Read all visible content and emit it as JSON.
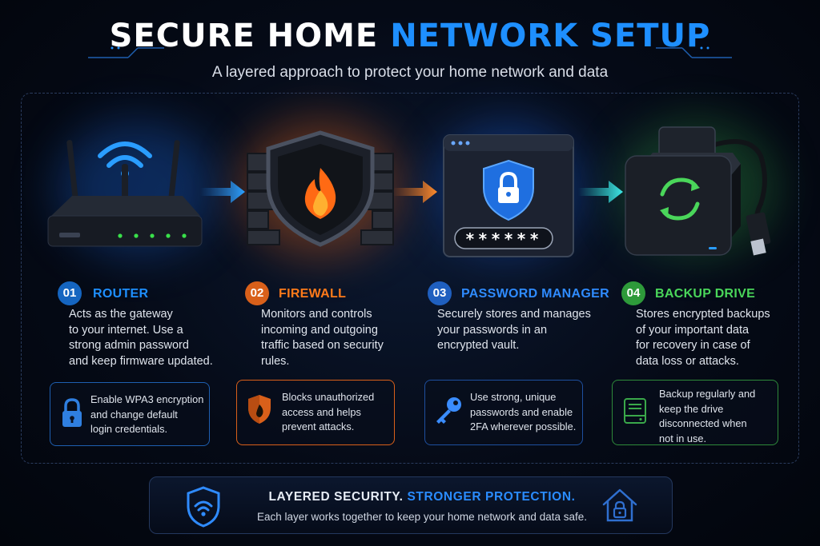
{
  "title": {
    "main": "SECURE HOME",
    "accent": "NETWORK SETUP"
  },
  "subtitle": "A layered approach to protect your home network and data",
  "steps": [
    {
      "number": "01",
      "name": "ROUTER",
      "desc": [
        "Acts as the gateway",
        "to your internet. Use a",
        "strong admin password",
        "and keep firmware updated."
      ],
      "tip": [
        "Enable WPA3 encryption",
        "and change default",
        "login credentials."
      ],
      "color": "#1e8fff",
      "badge": "#1565c0",
      "icon": "router-icon",
      "tip_icon": "padlock-icon"
    },
    {
      "number": "02",
      "name": "FIREWALL",
      "desc": [
        "Monitors and controls",
        "incoming and outgoing",
        "traffic based on security",
        "rules."
      ],
      "tip": [
        "Blocks unauthorized",
        "access and helps",
        "prevent attacks."
      ],
      "color": "#ff7a1a",
      "badge": "#d9601a",
      "icon": "firewall-shield-icon",
      "tip_icon": "shield-icon"
    },
    {
      "number": "03",
      "name": "PASSWORD MANAGER",
      "desc": [
        "Securely stores and manages",
        "your passwords in an",
        "encrypted vault."
      ],
      "tip": [
        "Use strong, unique",
        "passwords and enable",
        "2FA wherever possible."
      ],
      "color": "#2f8bff",
      "badge": "#1f5fbf",
      "icon": "password-vault-icon",
      "tip_icon": "key-icon"
    },
    {
      "number": "04",
      "name": "BACKUP DRIVE",
      "desc": [
        "Stores encrypted backups",
        "of your important data",
        "for recovery in case of",
        "data loss or attacks."
      ],
      "tip": [
        "Backup regularly and",
        "keep the drive",
        "disconnected when",
        "not in use."
      ],
      "color": "#4ad65a",
      "badge": "#2e9a3a",
      "icon": "backup-drive-icon",
      "tip_icon": "drive-icon"
    }
  ],
  "password_mask": "******",
  "banner": {
    "headline": "LAYERED SECURITY.",
    "headline_accent": "STRONGER PROTECTION.",
    "subline": "Each layer works together to keep your home network and data safe."
  }
}
